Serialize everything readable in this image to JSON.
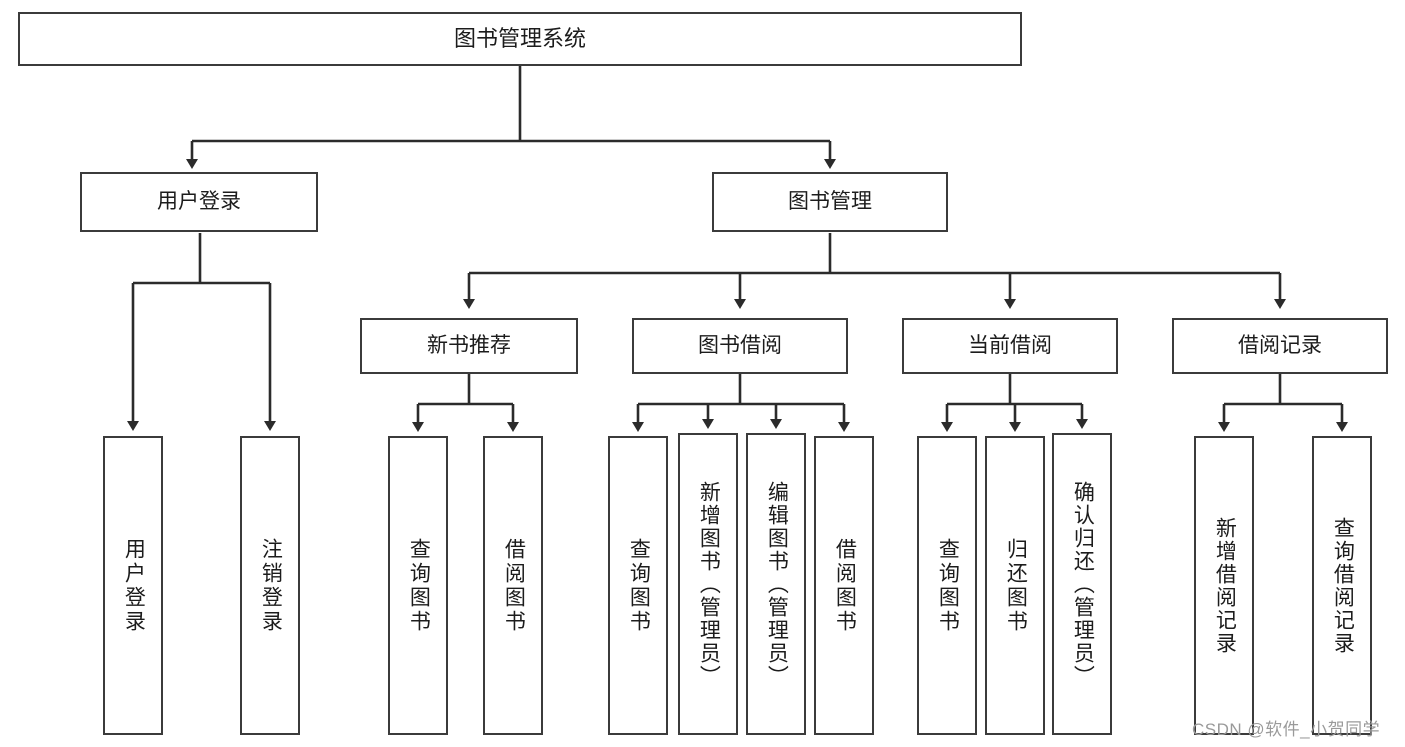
{
  "diagram": {
    "type": "tree",
    "title": "图书管理系统",
    "style": {
      "box_border": "#3b3b3b",
      "box_fill": "#ffffff",
      "line": "#2b2b2b",
      "text": "#1c1c1c",
      "background": "#ffffff"
    },
    "nodes": {
      "root": {
        "label": "图书管理系统"
      },
      "level1": [
        {
          "id": "user-login",
          "label": "用户登录"
        },
        {
          "id": "book-manage",
          "label": "图书管理"
        }
      ],
      "level2": [
        {
          "id": "new-book-recommend",
          "label": "新书推荐"
        },
        {
          "id": "book-borrow",
          "label": "图书借阅"
        },
        {
          "id": "current-borrow",
          "label": "当前借阅"
        },
        {
          "id": "borrow-record",
          "label": "借阅记录"
        }
      ],
      "leaves": [
        {
          "id": "leaf-user-login",
          "label": "用户登录",
          "parent": "user-login"
        },
        {
          "id": "leaf-logout-login",
          "label": "注销登录",
          "parent": "user-login"
        },
        {
          "id": "leaf-query-book-1",
          "label": "查询图书",
          "parent": "new-book-recommend"
        },
        {
          "id": "leaf-borrow-book-1",
          "label": "借阅图书",
          "parent": "new-book-recommend"
        },
        {
          "id": "leaf-query-book-2",
          "label": "查询图书",
          "parent": "book-borrow"
        },
        {
          "id": "leaf-add-book",
          "label": "新增图书（管理员）",
          "parent": "book-borrow"
        },
        {
          "id": "leaf-edit-book",
          "label": "编辑图书（管理员）",
          "parent": "book-borrow"
        },
        {
          "id": "leaf-borrow-book-2",
          "label": "借阅图书",
          "parent": "book-borrow"
        },
        {
          "id": "leaf-query-book-3",
          "label": "查询图书",
          "parent": "current-borrow"
        },
        {
          "id": "leaf-return-book",
          "label": "归还图书",
          "parent": "current-borrow"
        },
        {
          "id": "leaf-confirm-return",
          "label": "确认归还（管理员）",
          "parent": "current-borrow"
        },
        {
          "id": "leaf-add-record",
          "label": "新增借阅记录",
          "parent": "borrow-record"
        },
        {
          "id": "leaf-query-record",
          "label": "查询借阅记录",
          "parent": "borrow-record"
        }
      ]
    },
    "watermark": "CSDN @软件_小贺同学"
  }
}
